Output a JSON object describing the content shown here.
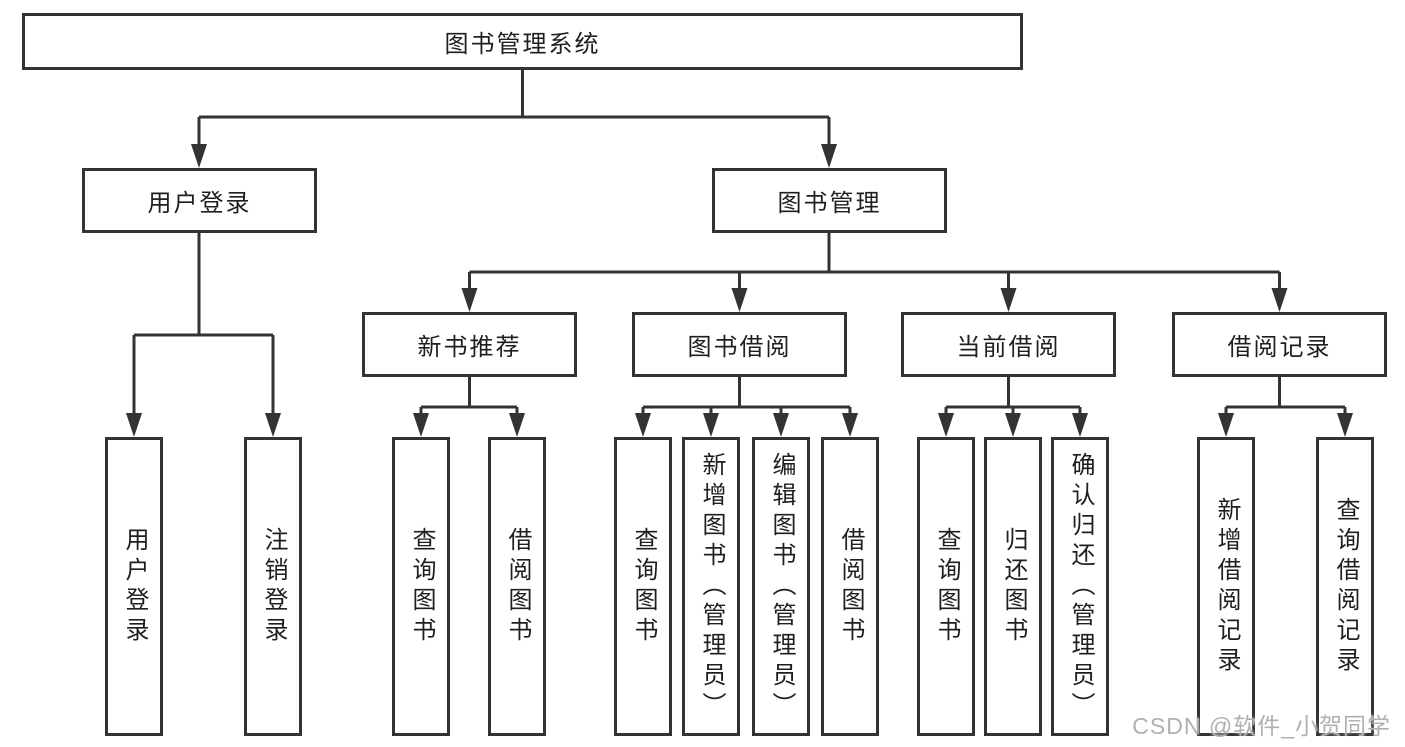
{
  "nodes": {
    "root": "图书管理系统",
    "user_login": "用户登录",
    "book_management": "图书管理",
    "new_book_recommend": "新书推荐",
    "book_borrow": "图书借阅",
    "current_borrow": "当前借阅",
    "borrow_record": "借阅记录",
    "leaf_user_login": "用户登录",
    "leaf_logout": "注销登录",
    "leaf_recommend_query_book": "查询图书",
    "leaf_recommend_borrow_book": "借阅图书",
    "leaf_borrow_query_book": "查询图书",
    "leaf_add_book_admin": "新增图书（管理员）",
    "leaf_edit_book_admin": "编辑图书（管理员）",
    "leaf_borrow_borrow_book": "借阅图书",
    "leaf_current_query_book": "查询图书",
    "leaf_return_book": "归还图书",
    "leaf_confirm_return_admin": "确认归还（管理员）",
    "leaf_add_borrow_record": "新增借阅记录",
    "leaf_query_borrow_record": "查询借阅记录"
  },
  "watermark": {
    "text": "CSDN @软件_小贺同学"
  },
  "colors": {
    "line": "#333333",
    "text": "#1f1f1f",
    "watermark": "#b0b0b0",
    "background": "#ffffff"
  }
}
